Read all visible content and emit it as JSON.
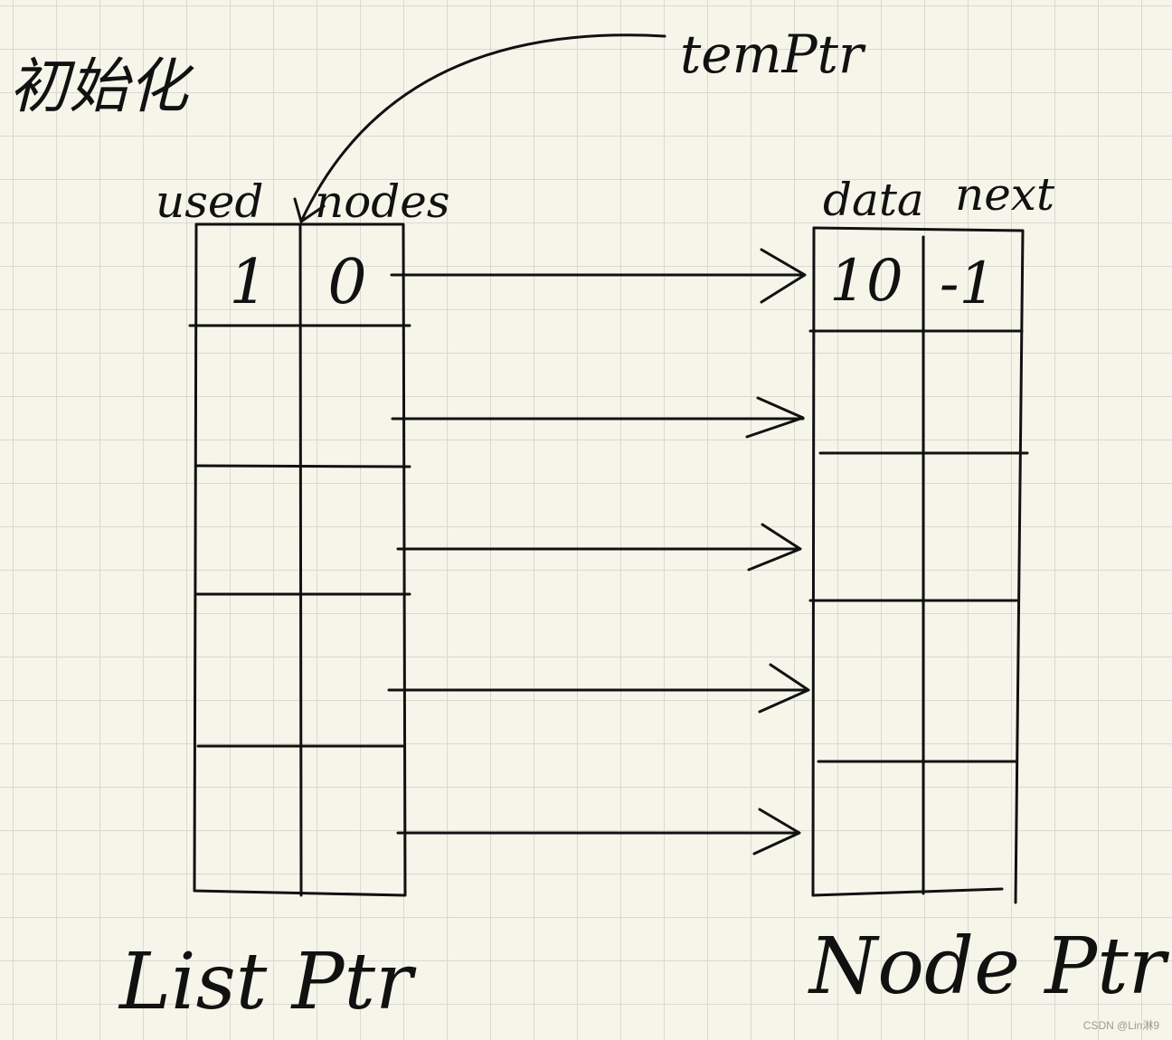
{
  "title": "初始化",
  "pointer_label": "temPtr",
  "list": {
    "name": "List Ptr",
    "col_headers": [
      "used",
      "nodes"
    ],
    "rows": [
      {
        "used": "1",
        "nodes": "0"
      },
      {
        "used": "",
        "nodes": ""
      },
      {
        "used": "",
        "nodes": ""
      },
      {
        "used": "",
        "nodes": ""
      },
      {
        "used": "",
        "nodes": ""
      }
    ]
  },
  "node_table": {
    "name": "Node Ptr",
    "col_headers": [
      "data",
      "next"
    ],
    "rows": [
      {
        "data": "10",
        "next": "-1"
      },
      {
        "data": "",
        "next": ""
      },
      {
        "data": "",
        "next": ""
      },
      {
        "data": "",
        "next": ""
      },
      {
        "data": "",
        "next": ""
      }
    ]
  },
  "watermark": "CSDN @Lin淋9"
}
